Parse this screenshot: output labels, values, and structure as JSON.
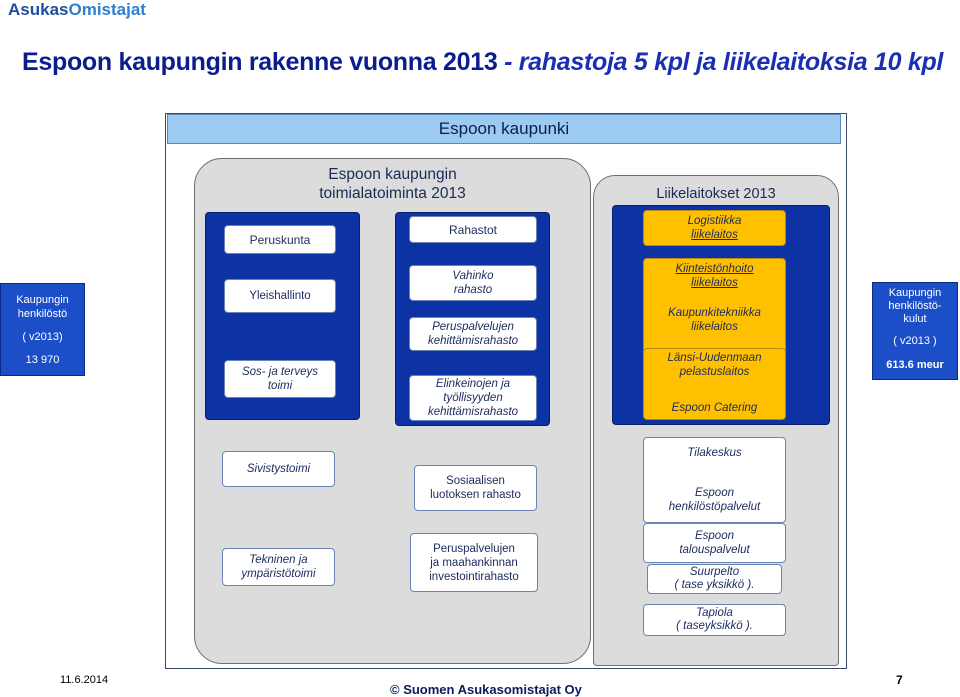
{
  "brand": {
    "part1": "Asukas",
    "part2": "Omistajat"
  },
  "title": {
    "main": "Espoon kaupungin rakenne vuonna 2013",
    "sub": "- rahastoja 5 kpl ja liikelaitoksia 10 kpl"
  },
  "kaupunki": "Espoon kaupunki",
  "toimiala": {
    "line1": "Espoon kaupungin",
    "line2": "toimialatoiminta 2013"
  },
  "liikelaitokset_title": "Liikelaitokset 2013",
  "left_side": {
    "l1": "Kaupungin",
    "l2": "henkilöstö",
    "l3": "( v2013)",
    "l4": "13 970"
  },
  "right_side": {
    "l1": "Kaupungin",
    "l2": "henkilöstö-",
    "l3": "kulut",
    "l4": "( v2013 )",
    "l5": "613.6  meur"
  },
  "toimialat": {
    "peruskunta": "Peruskunta",
    "yleishallinto": "Yleishallinto",
    "sos1": "Sos- ja terveys",
    "sos2": "toimi",
    "sivistystoimi": "Sivistystoimi",
    "tekninen1": "Tekninen ja",
    "tekninen2": "ympäristötoimi"
  },
  "rahastot": {
    "header": "Rahastot",
    "vahinko1": "Vahinko",
    "vahinko2": "rahasto",
    "perus1": "Peruspalvelujen",
    "perus2": "kehittämisrahasto",
    "elin1": "Elinkeinojen ja",
    "elin2": "työllisyyden",
    "elin3": "kehittämisrahasto",
    "sos1": "Sosiaalisen",
    "sos2": "luotoksen rahasto",
    "inv1": "Peruspalvelujen",
    "inv2": "ja maahankinnan",
    "inv3": "investointirahasto"
  },
  "liikelaitokset": {
    "logistiikka1": "Logistiikka",
    "logistiikka2": "liikelaitos",
    "kiinteisto1": "Kiinteistönhoito",
    "kiinteisto2": "liikelaitos",
    "kaupunkitek1": "Kaupunkitekniikka",
    "kaupunkitek2": "liikelaitos",
    "lansi1": "Länsi-Uudenmaan",
    "lansi2": "pelastuslaitos",
    "catering": "Espoon Catering",
    "tilakeskus": "Tilakeskus",
    "henk1": "Espoon",
    "henk2": "henkilöstöpalvelut",
    "talous1": "Espoon",
    "talous2": "talouspalvelut",
    "suurpelto1": "Suurpelto",
    "suurpelto2": "( tase yksikkö ).",
    "tapiola1": "Tapiola",
    "tapiola2": "( taseyksikkö )."
  },
  "footer": {
    "date": "11.6.2014",
    "copyright": "© Suomen Asukasomistajat Oy",
    "page": "7"
  },
  "colors": {
    "blue_column": "#0d32a3",
    "orange_box": "#ffc000",
    "header_bar": "#9ccaf1",
    "title": "#0b1d8c"
  }
}
